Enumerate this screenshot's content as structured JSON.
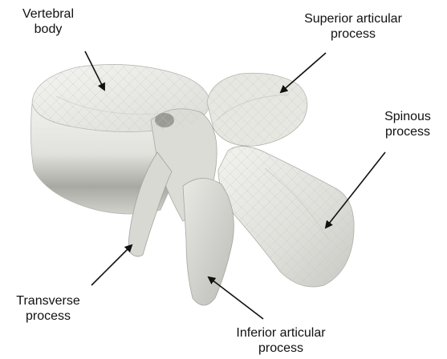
{
  "labels": {
    "vertebral_body": [
      "Vertebral",
      "body"
    ],
    "superior_articular_process": [
      "Superior articular",
      "process"
    ],
    "spinous_process": [
      "Spinous",
      "process"
    ],
    "transverse_process": [
      "Transverse",
      "process"
    ],
    "inferior_articular_process": [
      "Inferior articular",
      "process"
    ]
  },
  "colors": {
    "bone_light": "#ebebe6",
    "bone_mid": "#cfcfca",
    "bone_shadow": "#8e8e89",
    "mesh_line": "#bdbdb8",
    "arrow": "#111111",
    "text": "#111111"
  }
}
